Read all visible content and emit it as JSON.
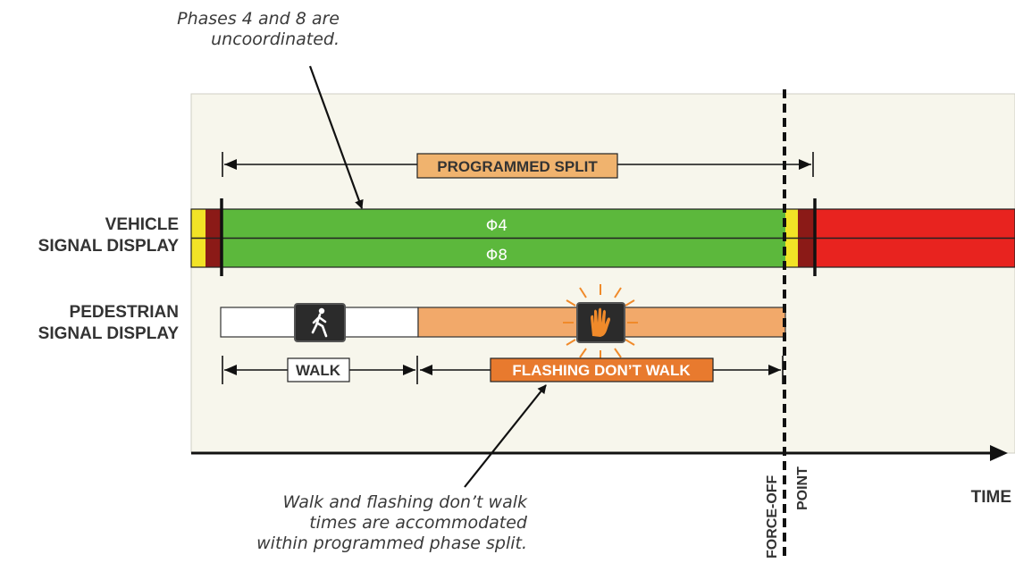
{
  "annotations": {
    "top": [
      "Phases 4 and 8 are",
      "uncoordinated."
    ],
    "bottom": [
      "Walk and flashing don’t walk",
      "times are accommodated",
      "within programmed phase split."
    ]
  },
  "labels": {
    "vehicle": [
      "VEHICLE",
      "SIGNAL DISPLAY"
    ],
    "pedestrian": [
      "PEDESTRIAN",
      "SIGNAL DISPLAY"
    ],
    "programmed_split": "PROGRAMMED SPLIT",
    "walk": "WALK",
    "flashing_dont_walk": "FLASHING DON’T WALK",
    "time_axis": "TIME",
    "force_off": "FORCE-OFF",
    "point": "POINT"
  },
  "phases": [
    "Φ4",
    "Φ8"
  ],
  "icons": {
    "walk": "walking-person-icon",
    "dont_walk": "raised-hand-icon"
  },
  "colors": {
    "green": "#5cb83c",
    "yellow": "#f2e326",
    "red": "#e8231f",
    "dark_red": "#8b1a17",
    "flashing_orange": "#f2a96a",
    "split_label_bg": "#f0b36e",
    "fdw_label_bg": "#e87a2e",
    "panel_bg": "#f7f6ec"
  }
}
